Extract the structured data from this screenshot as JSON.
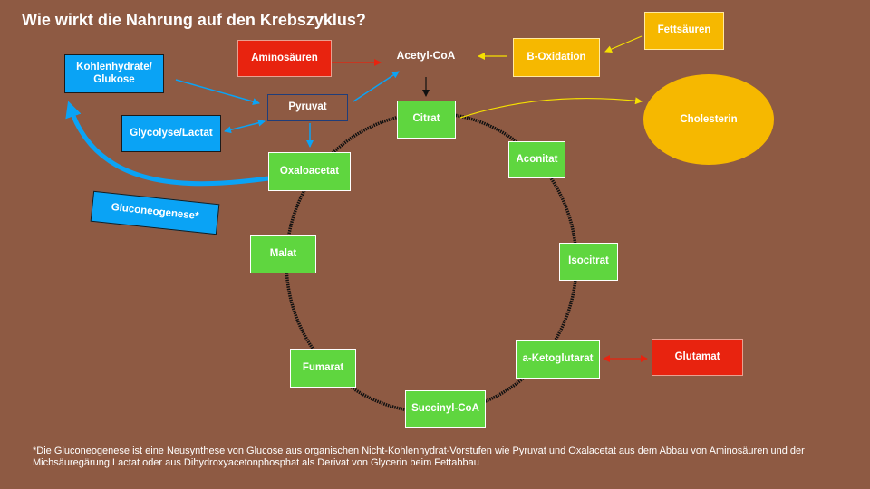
{
  "title": "Wie wirkt die Nahrung auf den Krebszyklus?",
  "nodes": {
    "fettsaeuren": "Fettsäuren",
    "aminosaeuren": "Aminosäuren",
    "acetyl_coa": "Acetyl-CoA",
    "b_oxidation": "B-Oxidation",
    "kohlenhydrate": "Kohlenhydrate/ Glukose",
    "pyruvat": "Pyruvat",
    "glycolyse": "Glycolyse/Lactat",
    "cholesterin": "Cholesterin",
    "gluconeogenese": "Gluconeogenese*",
    "glutamat": "Glutamat"
  },
  "cycle": {
    "citrat": "Citrat",
    "aconitat": "Aconitat",
    "isocitrat": "Isocitrat",
    "a_ketoglutarat": "a-Ketoglutarat",
    "succinyl_coa": "Succinyl-CoA",
    "fumarat": "Fumarat",
    "malat": "Malat",
    "oxaloacetat": "Oxaloacetat"
  },
  "colors": {
    "background": "#8e5a43",
    "cycle_green": "#5fd63f",
    "carb_blue": "#0aa3f5",
    "amino_red": "#e8230f",
    "fat_orange": "#f6b800"
  },
  "footnote": "*Die Gluconeogenese ist eine Neusynthese von Glucose aus organischen Nicht-Kohlenhydrat-Vorstufen wie Pyruvat und Oxalacetat aus dem Abbau von Aminosäuren und der Michsäuregärung Lactat oder aus Dihydroxyacetonphosphat als Derivat von Glycerin beim Fettabbau"
}
